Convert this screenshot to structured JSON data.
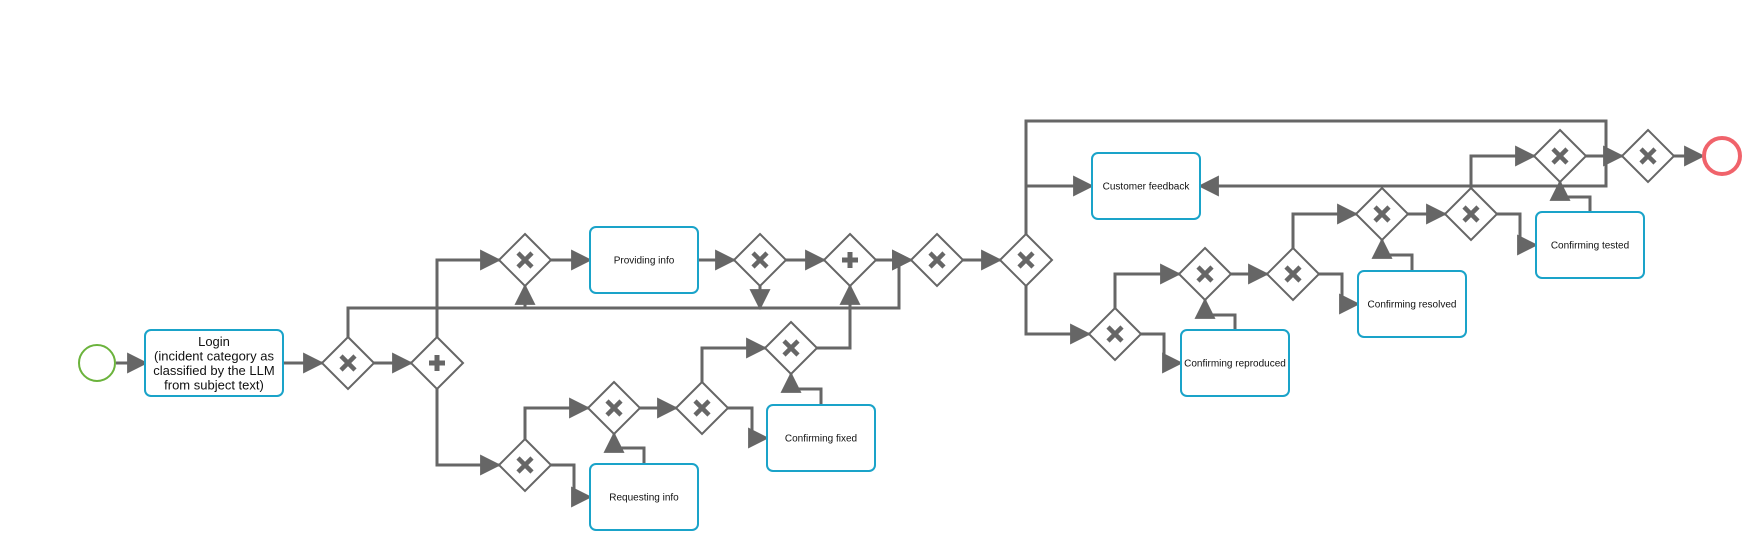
{
  "colors": {
    "edge": "#666666",
    "gateway_stroke": "#666666",
    "gateway_fill": "#ffffff",
    "task_stroke": "#1aa3c9",
    "start_event": "#6bb33c",
    "end_event": "#f0636b",
    "text": "#111111"
  },
  "events": {
    "start": {
      "type": "start-event",
      "label": ""
    },
    "end": {
      "type": "end-event",
      "label": ""
    }
  },
  "tasks": {
    "login": {
      "lines": [
        "Login",
        "(incident category as",
        "classified by the LLM",
        "from subject text)"
      ]
    },
    "providing_info": {
      "lines": [
        "Providing info"
      ]
    },
    "requesting_info": {
      "lines": [
        "Requesting info"
      ]
    },
    "confirming_fixed": {
      "lines": [
        "Confirming fixed"
      ]
    },
    "customer_feedback": {
      "lines": [
        "Customer feedback"
      ]
    },
    "confirming_reproduced": {
      "lines": [
        "Confirming reproduced"
      ]
    },
    "confirming_resolved": {
      "lines": [
        "Confirming resolved"
      ]
    },
    "confirming_tested": {
      "lines": [
        "Confirming tested"
      ]
    }
  },
  "gateways": {
    "g1": "exclusive",
    "g2": "parallel",
    "g3": "exclusive",
    "g4": "exclusive",
    "g5": "parallel",
    "g6": "exclusive",
    "g7": "exclusive",
    "g8": "exclusive",
    "g9": "exclusive",
    "g10": "exclusive",
    "g11": "exclusive",
    "g12": "exclusive",
    "g13": "exclusive",
    "g14": "exclusive",
    "g15": "exclusive",
    "g16": "exclusive",
    "g17": "exclusive",
    "g18": "exclusive"
  }
}
